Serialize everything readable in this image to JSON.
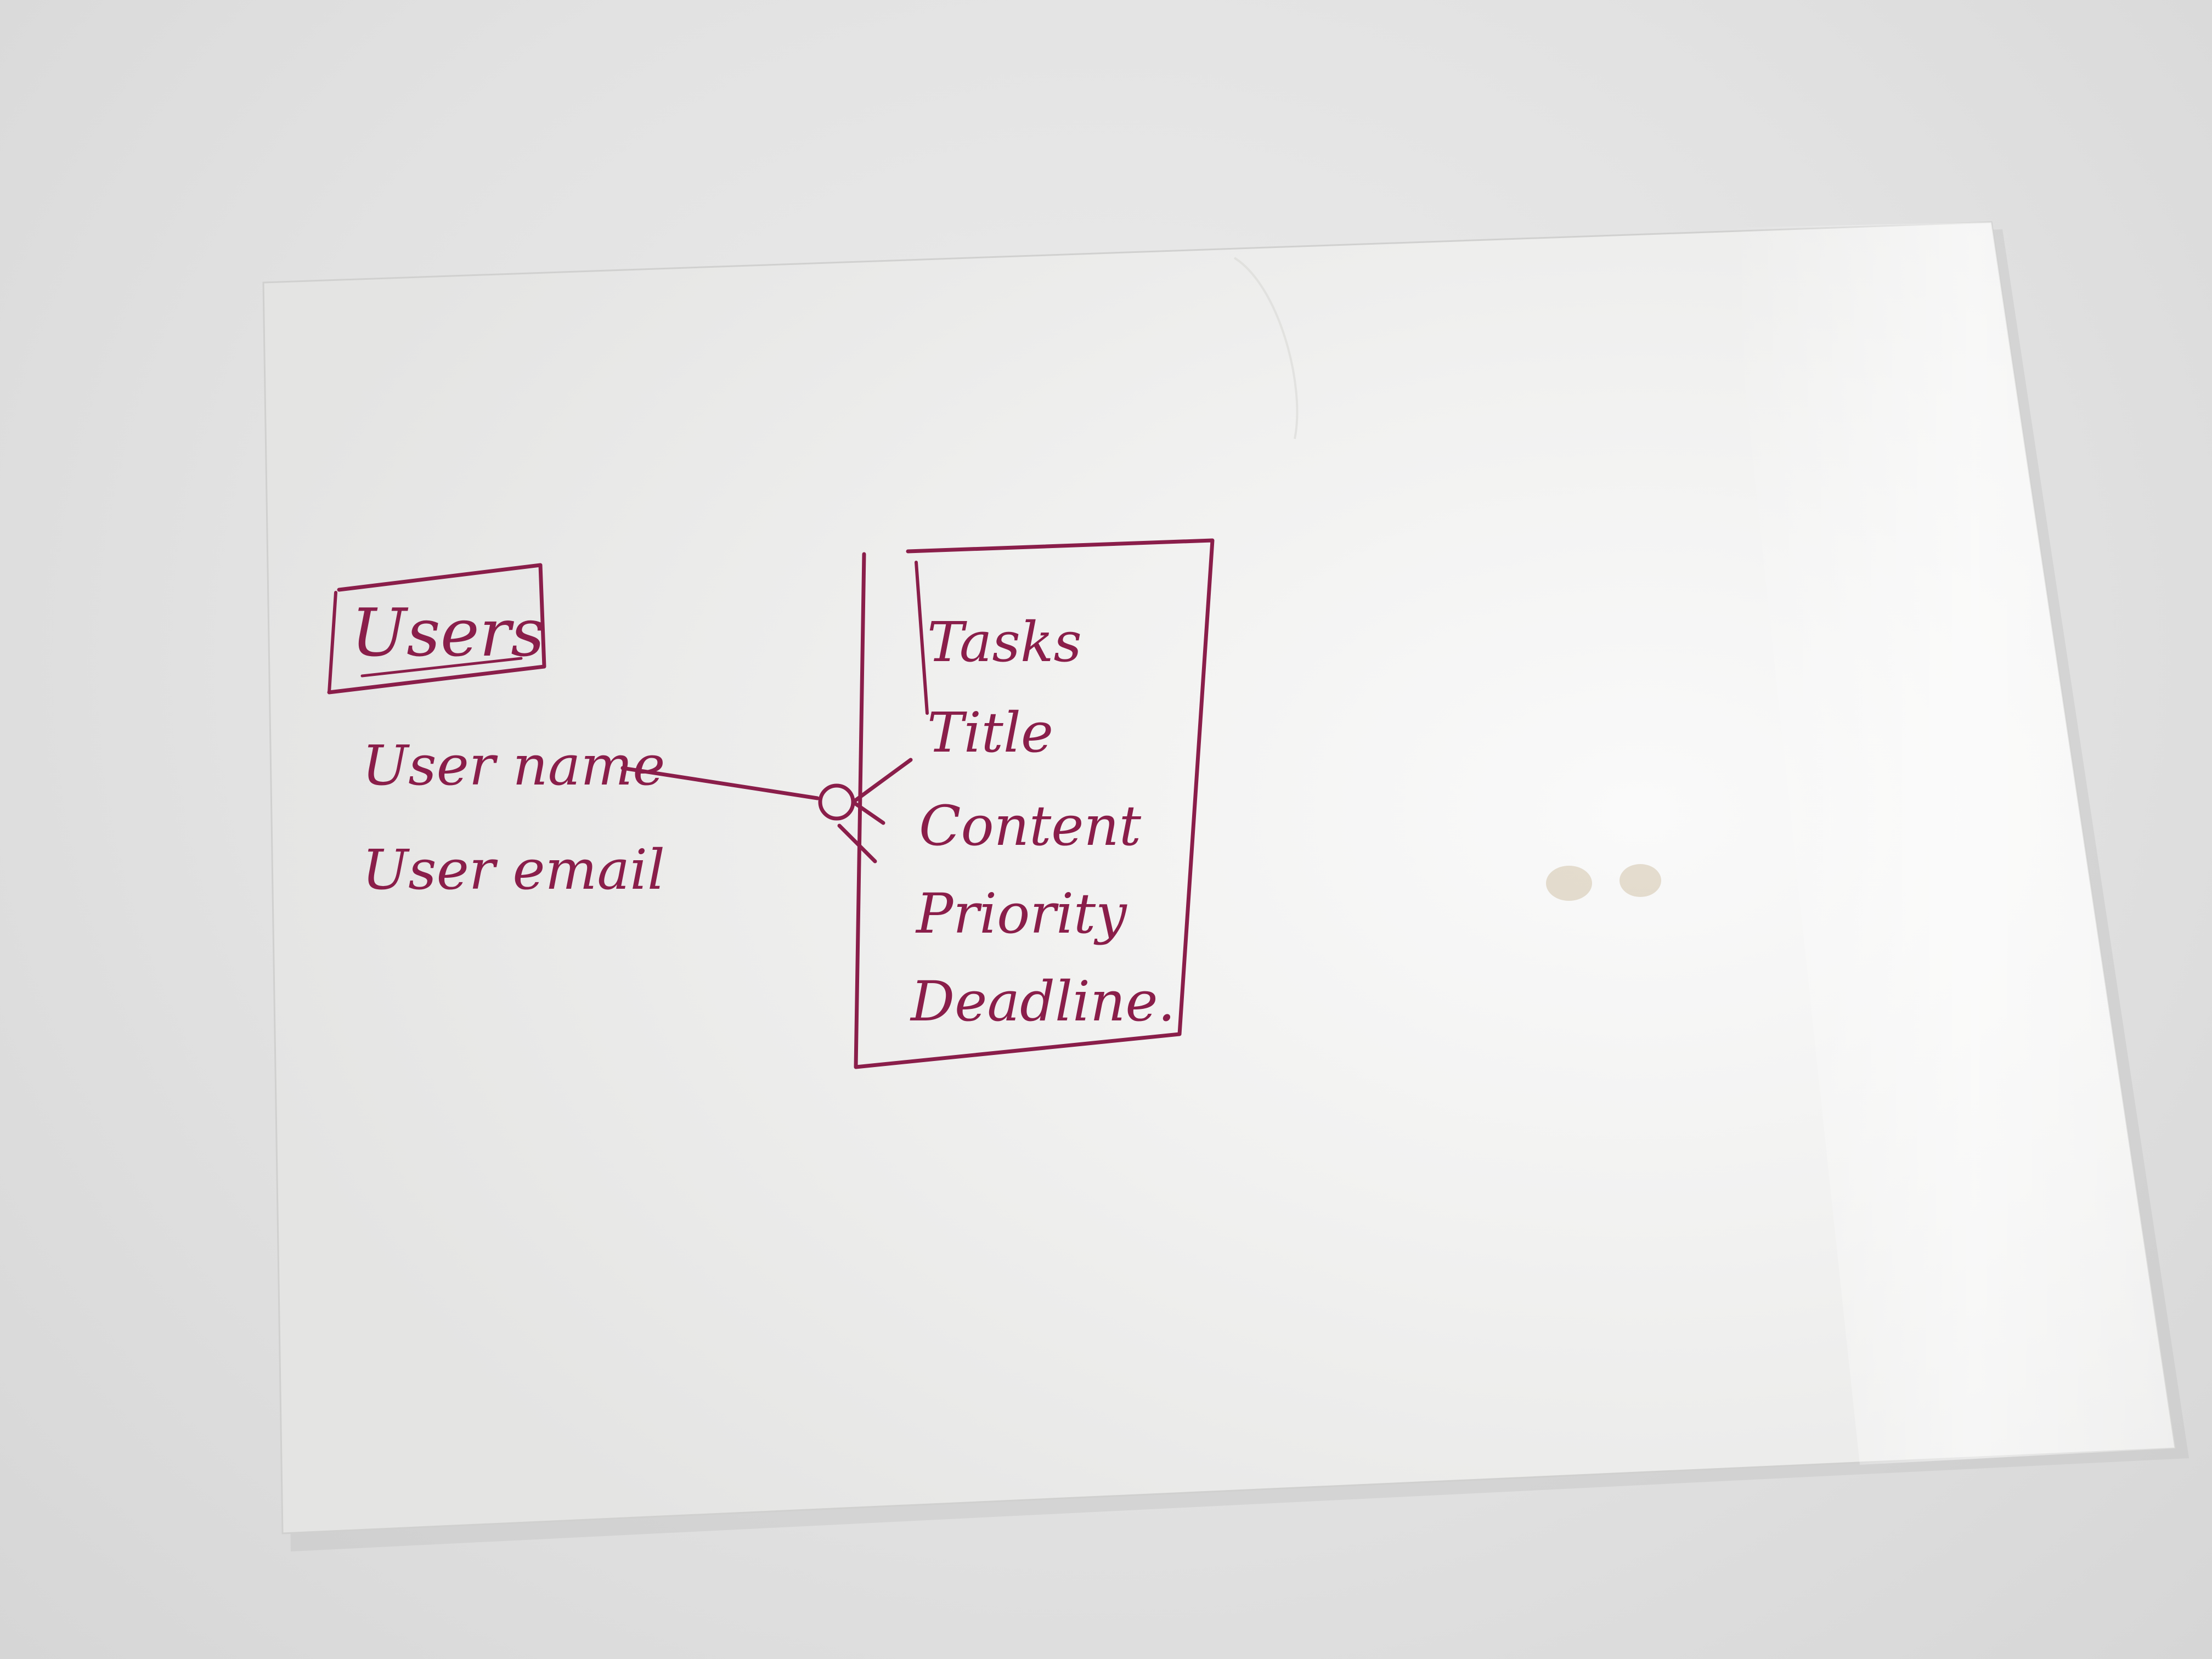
{
  "diagram": {
    "kind": "entity-relationship sketch",
    "ink_color": "#8a1e4a",
    "paper_color": "#f3f3f1",
    "entities": [
      {
        "id": "users",
        "title": "Users",
        "attributes": [
          "User name",
          "User email"
        ]
      },
      {
        "id": "tasks",
        "title": "Tasks",
        "attributes": [
          "Title",
          "Content",
          "Priority",
          "Deadline."
        ]
      }
    ],
    "relationships": [
      {
        "from": "users",
        "to": "tasks",
        "cardinality_from": "one",
        "cardinality_to": "zero-or-many (crow's foot)"
      }
    ]
  }
}
